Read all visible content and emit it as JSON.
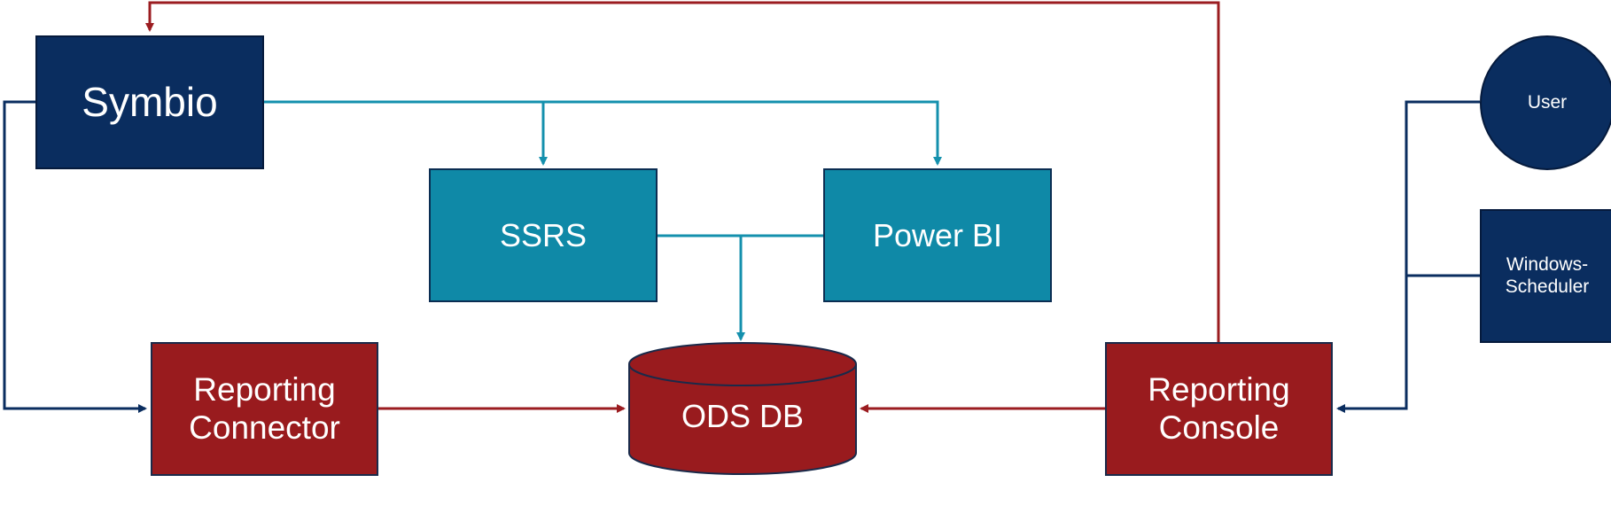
{
  "nodes": {
    "symbio": "Symbio",
    "ssrs": "SSRS",
    "power_bi": "Power BI",
    "ods_db": "ODS DB",
    "reporting_connector": "Reporting\nConnector",
    "reporting_console": "Reporting\nConsole",
    "user": "User",
    "windows_scheduler": "Windows-\nScheduler"
  },
  "colors": {
    "navy": "#0a2d5f",
    "teal": "#0f89a7",
    "red": "#991b1e",
    "teal_line": "#1490ad",
    "red_line": "#9b1c20",
    "navy_line": "#0a2d5f"
  }
}
